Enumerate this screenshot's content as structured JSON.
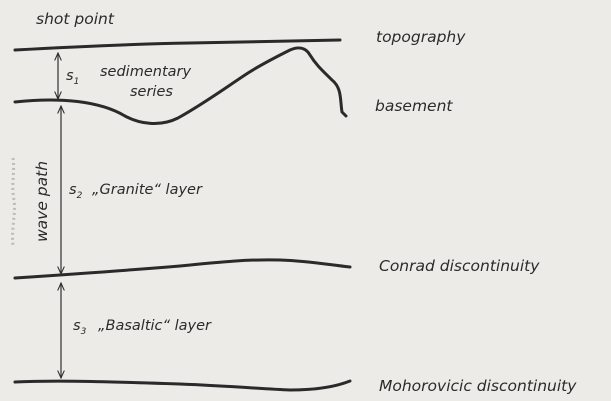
{
  "labels": {
    "shot_point": "shot point",
    "topography": "topography",
    "basement": "basement",
    "conrad": "Conrad discontinuity",
    "moho": "Mohorovicic discontinuity",
    "wave_path": "wave path"
  },
  "layers": {
    "s1_symbol": "s",
    "s1_index": "1",
    "s1_name_line1": "sedimentary",
    "s1_name_line2": "series",
    "s2_symbol": "s",
    "s2_index": "2",
    "s2_name": "„Granite“ layer",
    "s3_symbol": "s",
    "s3_index": "3",
    "s3_name": "„Basaltic“ layer"
  },
  "colors": {
    "background": "#ecebe7",
    "ink": "#2a2a2a"
  }
}
